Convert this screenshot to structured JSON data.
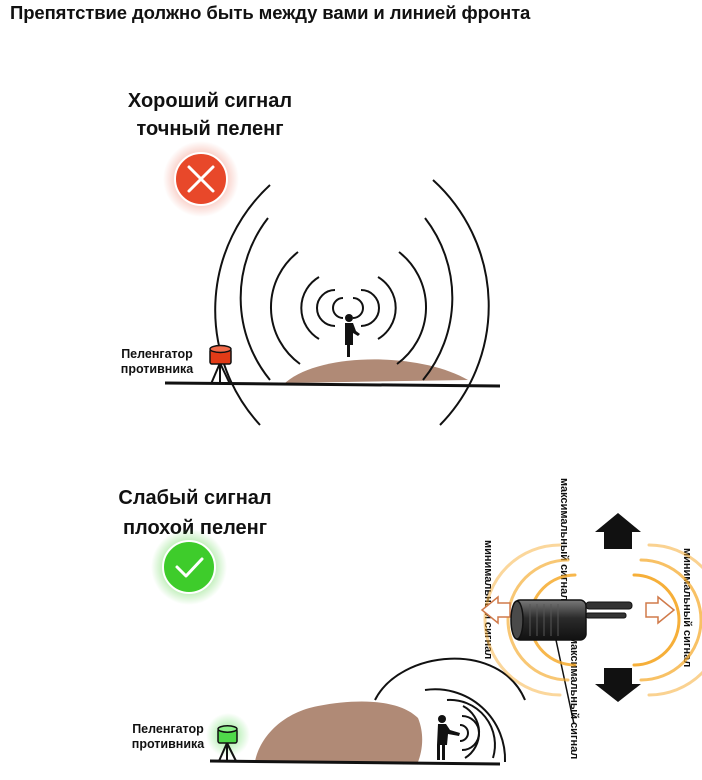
{
  "title": "Препятствие должно быть между вами и линией фронта",
  "scene_bad": {
    "title_line1": "Хороший сигнал",
    "title_line2": "точный пеленг",
    "status_icon": "x-icon",
    "status_color": "#e8482a",
    "df_label_line1": "Пеленгатор",
    "df_label_line2": "противника",
    "df_color": "#e23b17"
  },
  "scene_good": {
    "title_line1": "Слабый сигнал",
    "title_line2": "плохой пеленг",
    "status_icon": "check-icon",
    "status_color": "#3ecc2b",
    "df_label_line1": "Пеленгатор",
    "df_label_line2": "противника",
    "df_color": "#4fd94a"
  },
  "radio_pattern": {
    "max_top": "максимальный сигнал",
    "max_bottom": "максимальный сигнал",
    "min_left": "минимальный сигнал",
    "min_right": "минимальный сигнал",
    "wave_color": "#f5a623"
  },
  "colors": {
    "hill": "#b08a76",
    "ground": "#111111"
  }
}
